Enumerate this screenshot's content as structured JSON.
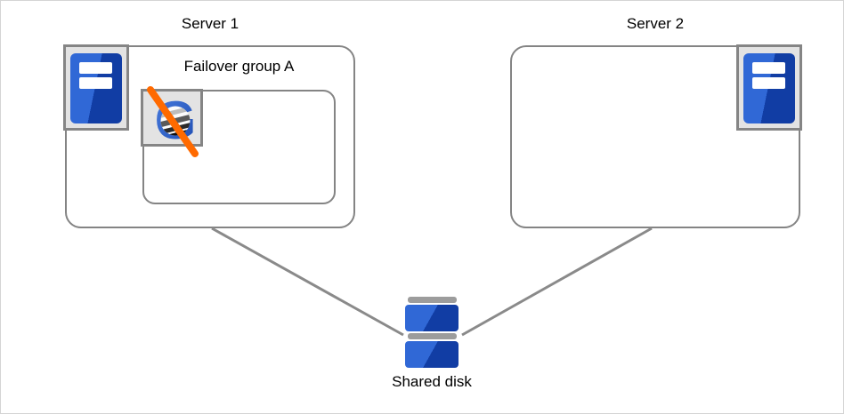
{
  "diagram": {
    "type": "cluster-failover-diagram",
    "nodes": {
      "server1": {
        "label": "Server 1",
        "icon": "server-icon"
      },
      "server2": {
        "label": "Server 2",
        "icon": "server-icon"
      },
      "failover_group": {
        "label": "Failover group A",
        "icon": "application-group-icon",
        "state": "failed-crossed-out"
      },
      "shared_disk": {
        "label": "Shared disk",
        "icon": "disk-stack-icon"
      }
    },
    "connections": [
      {
        "from": "server1",
        "to": "shared_disk"
      },
      {
        "from": "server2",
        "to": "shared_disk"
      }
    ],
    "colors": {
      "icon_blue_light": "#3068d6",
      "icon_blue_dark": "#113da4",
      "icon_background_gray": "#e3e3e3",
      "icon_border_gray": "#858585",
      "box_border_gray": "#848484",
      "connector_gray": "#8a8a8a",
      "disk_bar_gray": "#9c9c9c",
      "failure_slash_orange": "#ff6a00"
    }
  }
}
